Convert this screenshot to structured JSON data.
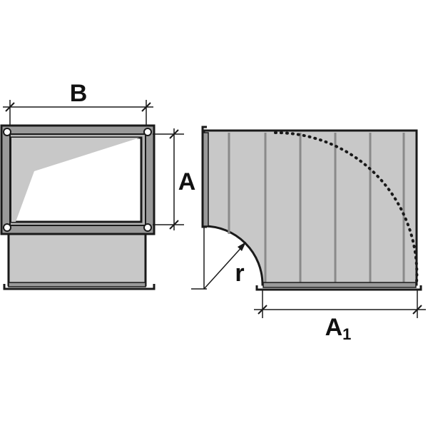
{
  "labels": {
    "width": "B",
    "height": "A",
    "radius": "r",
    "length_main": "A",
    "length_sub": "1"
  },
  "colors": {
    "outline": "#1a1a1a",
    "duct_fill": "#c8c8c8",
    "flange_fill": "#9a9a9a",
    "seam": "#8a8a8a",
    "opening": "#ffffff"
  }
}
